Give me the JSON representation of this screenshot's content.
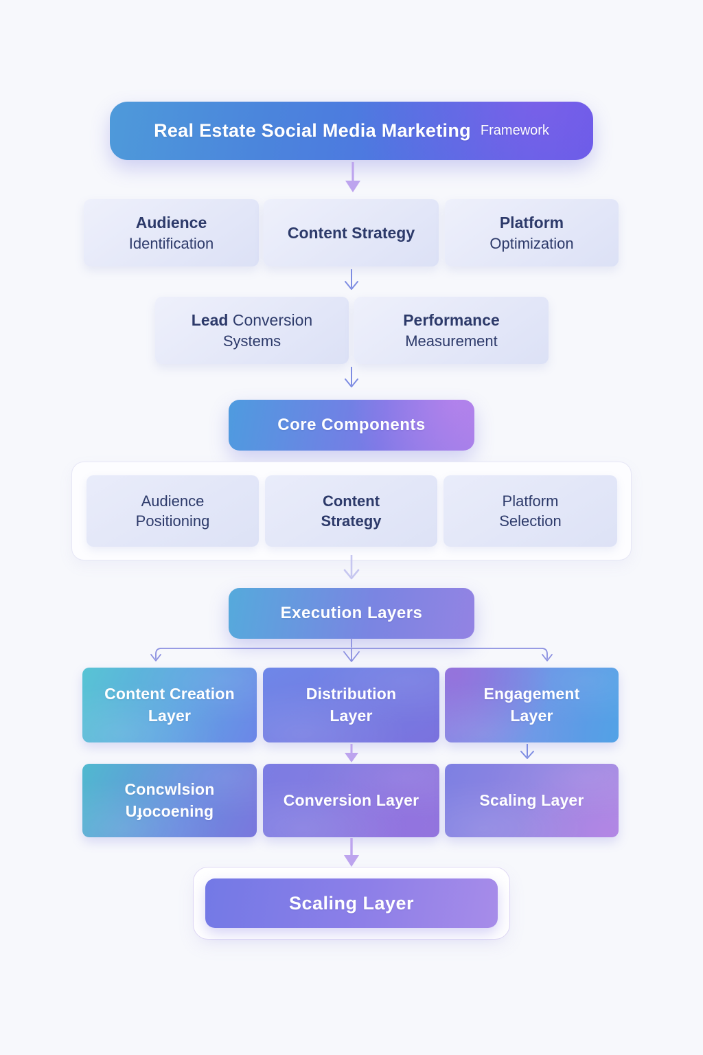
{
  "header": {
    "title": "Real Estate Social Media Marketing",
    "subtitle": "Framework"
  },
  "tier1": {
    "boxes": [
      {
        "bold": "Audience",
        "regular": "",
        "line2": "Identification"
      },
      {
        "bold": "Content Strategy",
        "regular": "",
        "line2": ""
      },
      {
        "bold": "Platform",
        "regular": "",
        "line2": "Optimization"
      }
    ]
  },
  "tier2": {
    "boxes": [
      {
        "bold": "Lead",
        "regular": " Conversion",
        "line2": "Systems"
      },
      {
        "bold": "Performance",
        "regular": "",
        "line2": "Measurement"
      }
    ]
  },
  "core": {
    "label": "Core Components"
  },
  "components": {
    "boxes": [
      {
        "line1": "Audience",
        "line2": "Positioning"
      },
      {
        "line1": "Content",
        "line2": "Strategy"
      },
      {
        "line1": "Platform",
        "line2": "Selection"
      }
    ]
  },
  "execution": {
    "label": "Execution Layers"
  },
  "layers_top": {
    "boxes": [
      {
        "line1": "Content Creation",
        "line2": "Layer"
      },
      {
        "line1": "Distribution",
        "line2": "Layer"
      },
      {
        "line1": "Engagement",
        "line2": "Layer"
      }
    ]
  },
  "layers_bottom": {
    "boxes": [
      {
        "line1": "Concwlsion",
        "line2": "Uɟocoening"
      },
      {
        "line1": "Conversion Layer",
        "line2": ""
      },
      {
        "line1": "Scaling Layer",
        "line2": ""
      }
    ]
  },
  "final": {
    "label": "Scaling Layer"
  },
  "colors": {
    "page_bg": "#f7f8fc",
    "text_navy": "#2d3a6a",
    "header_from": "#4e9ada",
    "header_mid": "#4f6fe3",
    "header_to": "#5c5ce8",
    "light_box_from": "#eef0fb",
    "light_box_to": "#dce1f6",
    "core_from": "#4e9bdf",
    "core_to": "#9c7fe8",
    "exec_from": "#55aadc",
    "exec_to": "#9383e3",
    "layer_cc_from": "#58c4d4",
    "layer_cc_to": "#6c86e8",
    "layer_dist_from": "#6e87e8",
    "layer_dist_to": "#7b72de",
    "layer_eng_from": "#9573dc",
    "layer_eng_to": "#52a2e6",
    "layer_garbled_from": "#50b9cf",
    "layer_garbled_to": "#7a77dd",
    "layer_conv_from": "#7b7de3",
    "layer_conv_to": "#9377dd",
    "layer_scale_from": "#7d80e2",
    "layer_scale_to": "#a88be2",
    "final_from": "#7379e6",
    "final_to": "#a78ce9",
    "arrow_solid": "#bda4ee",
    "arrow_thin": "#7d8ce2",
    "arrow_lavender": "#c6c6f0",
    "group_border": "#e6e6f5",
    "final_border": "#dfd8f4"
  }
}
